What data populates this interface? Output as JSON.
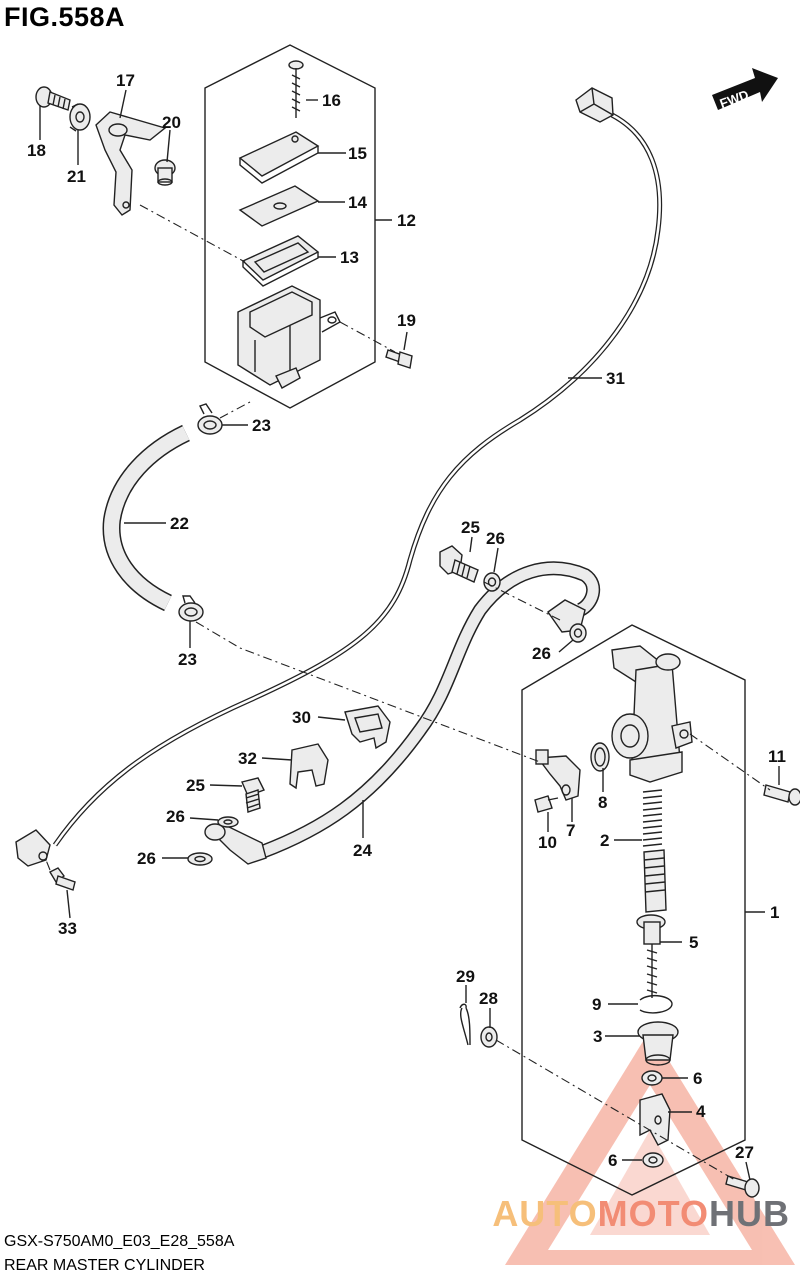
{
  "figure": {
    "title": "FIG.558A",
    "code": "GSX-S750AM0_E03_E28_558A",
    "caption": "REAR MASTER CYLINDER",
    "fwd_label": "FWD"
  },
  "watermark": {
    "part1": "AUTO",
    "part2": "MOTO",
    "part3": "HUB",
    "color_light": "#f6bf7a",
    "color_red": "#f28c74",
    "color_gray": "#6f7176"
  },
  "callouts": {
    "c1": "1",
    "c2": "2",
    "c3": "3",
    "c4": "4",
    "c5": "5",
    "c6a": "6",
    "c6b": "6",
    "c7": "7",
    "c8": "8",
    "c9": "9",
    "c10": "10",
    "c11": "11",
    "c12": "12",
    "c13": "13",
    "c14": "14",
    "c15": "15",
    "c16": "16",
    "c17": "17",
    "c18": "18",
    "c19": "19",
    "c20": "20",
    "c21": "21",
    "c22": "22",
    "c23a": "23",
    "c23b": "23",
    "c24": "24",
    "c25a": "25",
    "c25b": "25",
    "c26a": "26",
    "c26b": "26",
    "c26c": "26",
    "c26d": "26",
    "c27": "27",
    "c28": "28",
    "c29": "29",
    "c30": "30",
    "c31": "31",
    "c32": "32",
    "c33": "33"
  }
}
